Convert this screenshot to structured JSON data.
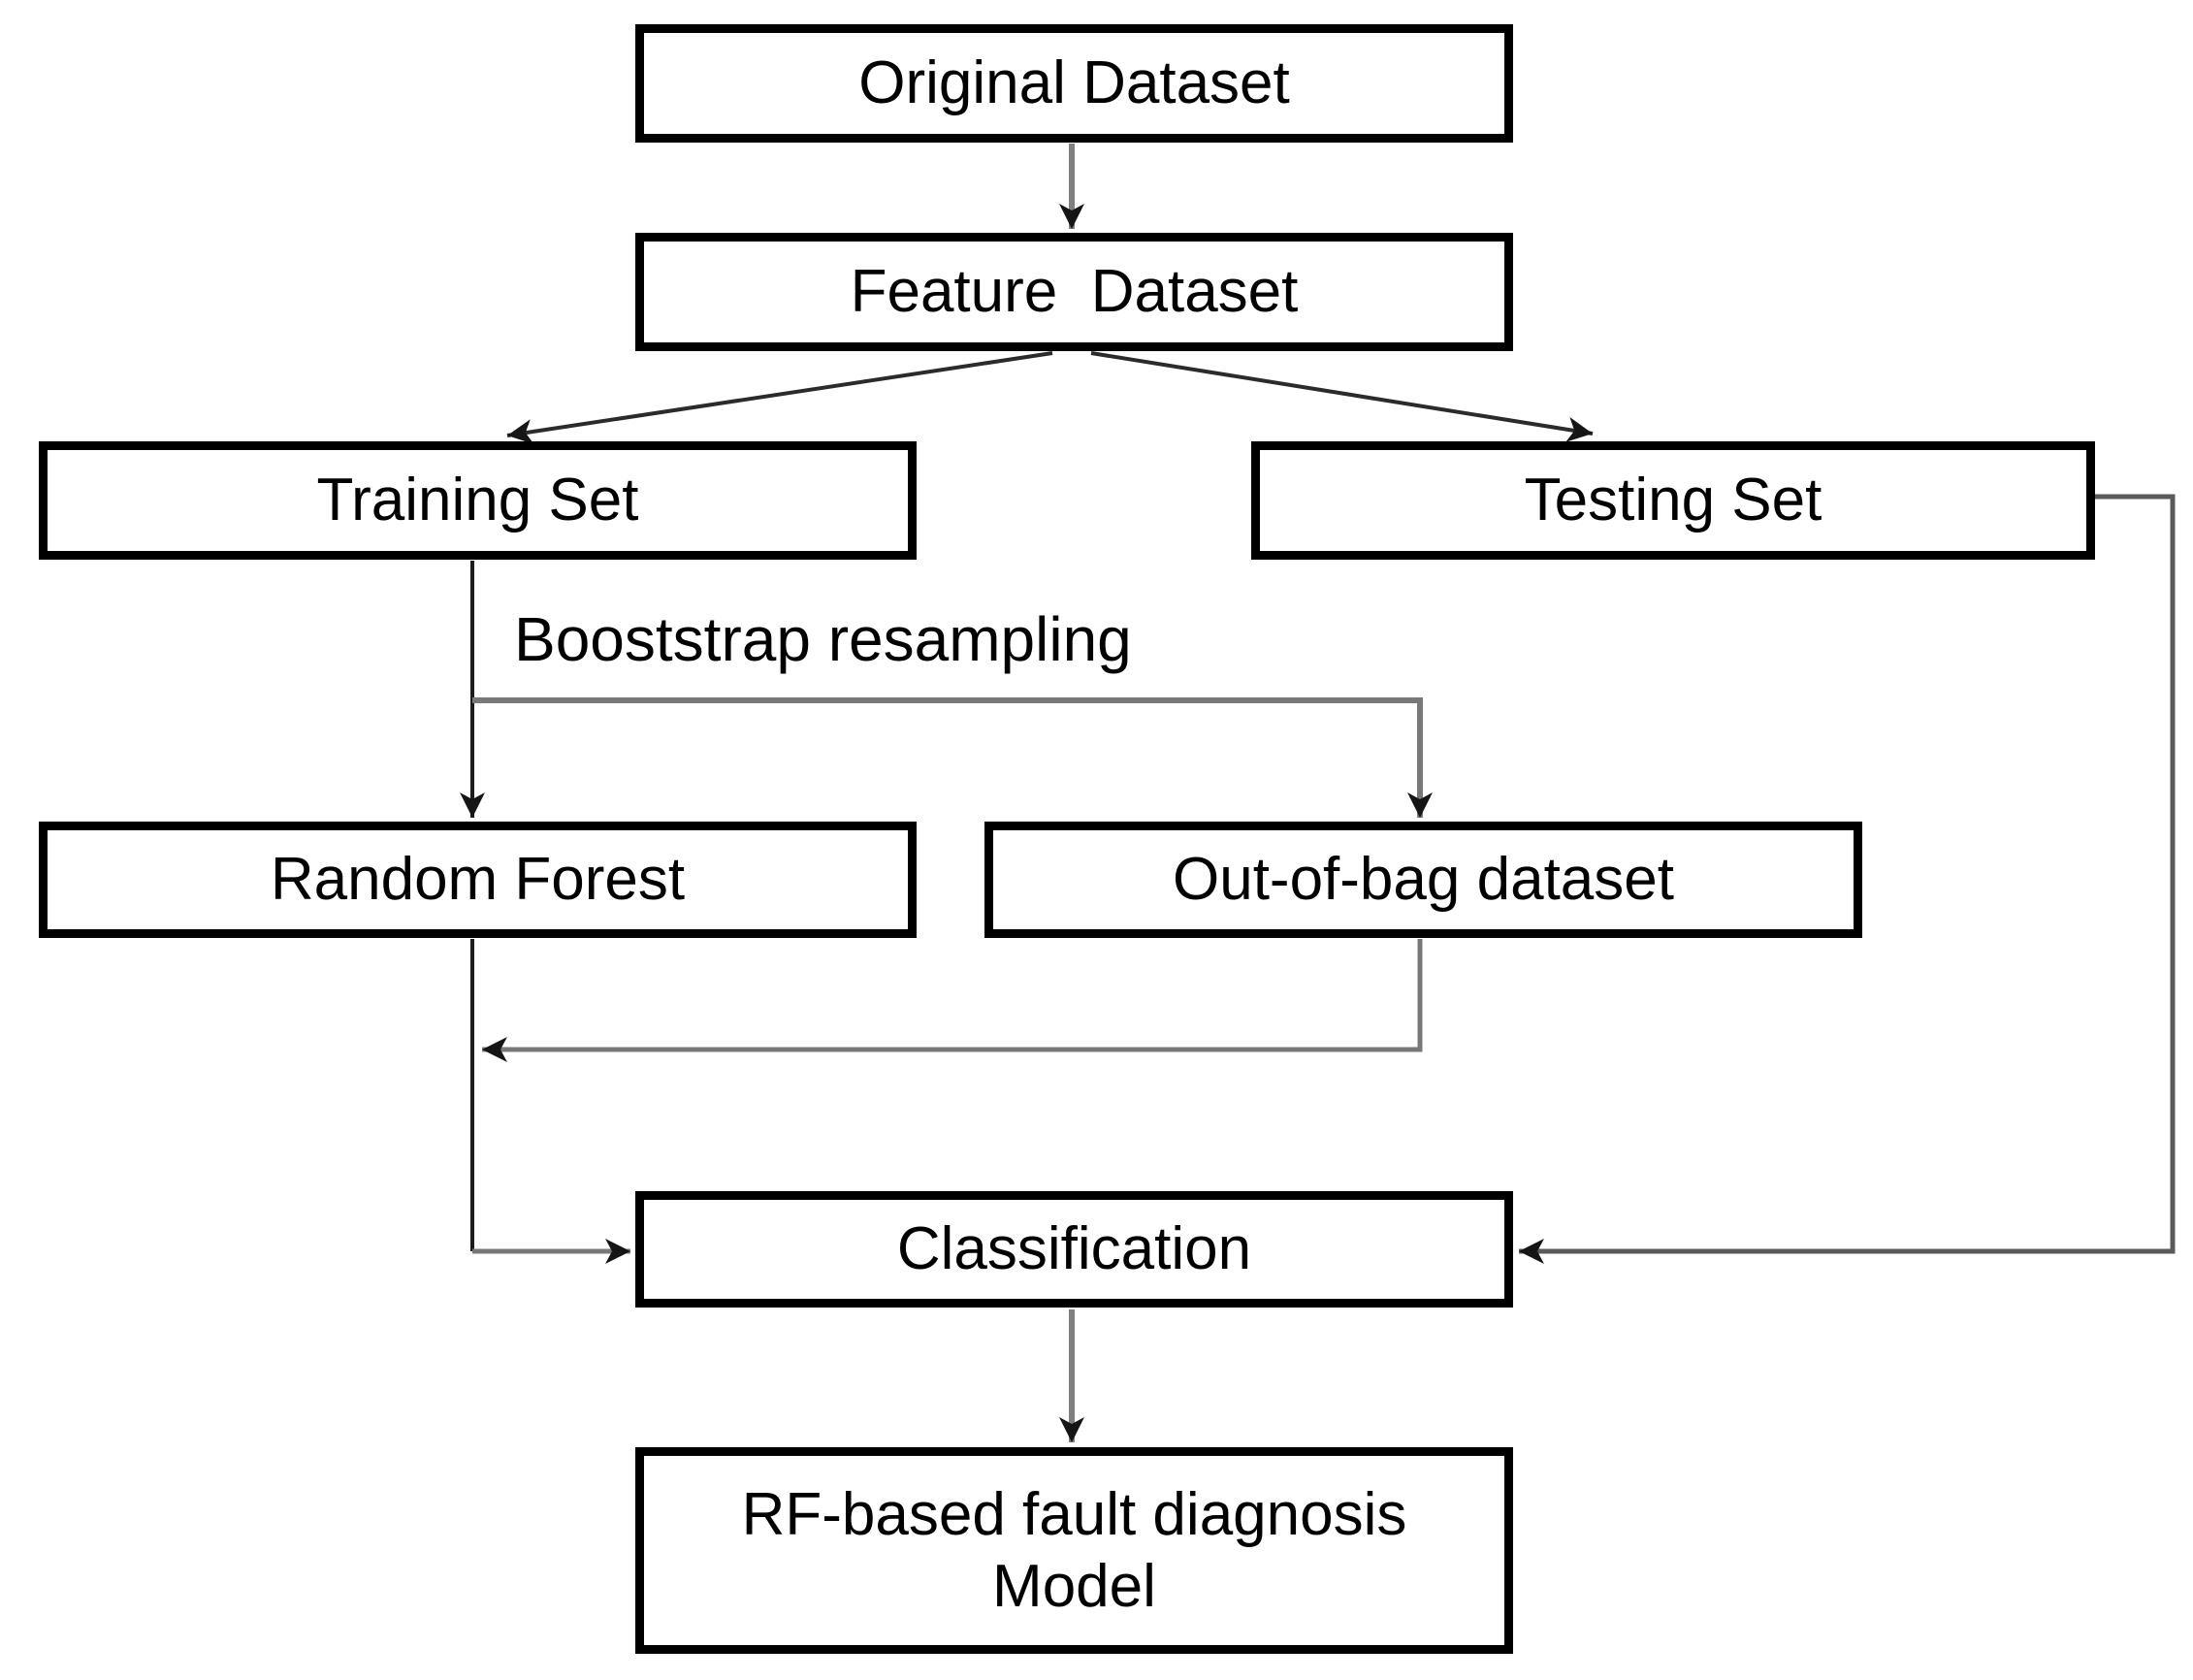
{
  "diagram": {
    "nodes": {
      "original": {
        "label": "Original Dataset"
      },
      "feature": {
        "label": "Feature  Dataset"
      },
      "training": {
        "label": "Training Set"
      },
      "testing": {
        "label": "Testing Set"
      },
      "random_forest": {
        "label": "Random Forest"
      },
      "oob": {
        "label": "Out-of-bag dataset"
      },
      "classification": {
        "label": "Classification"
      },
      "model": {
        "label": "RF-based fault diagnosis\nModel"
      }
    },
    "edge_labels": {
      "bootstrap": "Booststrap resampling"
    },
    "edges": [
      {
        "from": "Original Dataset",
        "to": "Feature Dataset"
      },
      {
        "from": "Feature Dataset",
        "to": "Training Set"
      },
      {
        "from": "Feature Dataset",
        "to": "Testing Set"
      },
      {
        "from": "Training Set",
        "to": "Random Forest"
      },
      {
        "from": "Training Set",
        "to": "Out-of-bag dataset",
        "label": "Booststrap resampling"
      },
      {
        "from": "Out-of-bag dataset",
        "to": "Random Forest output path (merge)"
      },
      {
        "from": "Random Forest",
        "to": "Classification"
      },
      {
        "from": "Testing Set",
        "to": "Classification"
      },
      {
        "from": "Classification",
        "to": "RF-based fault diagnosis Model"
      }
    ],
    "colors": {
      "background": "#ffffff",
      "box_border": "#000000",
      "text": "#000000",
      "connector_gray": "#787878",
      "connector_dark": "#1c1c1c",
      "arrowhead": "#151515"
    }
  }
}
